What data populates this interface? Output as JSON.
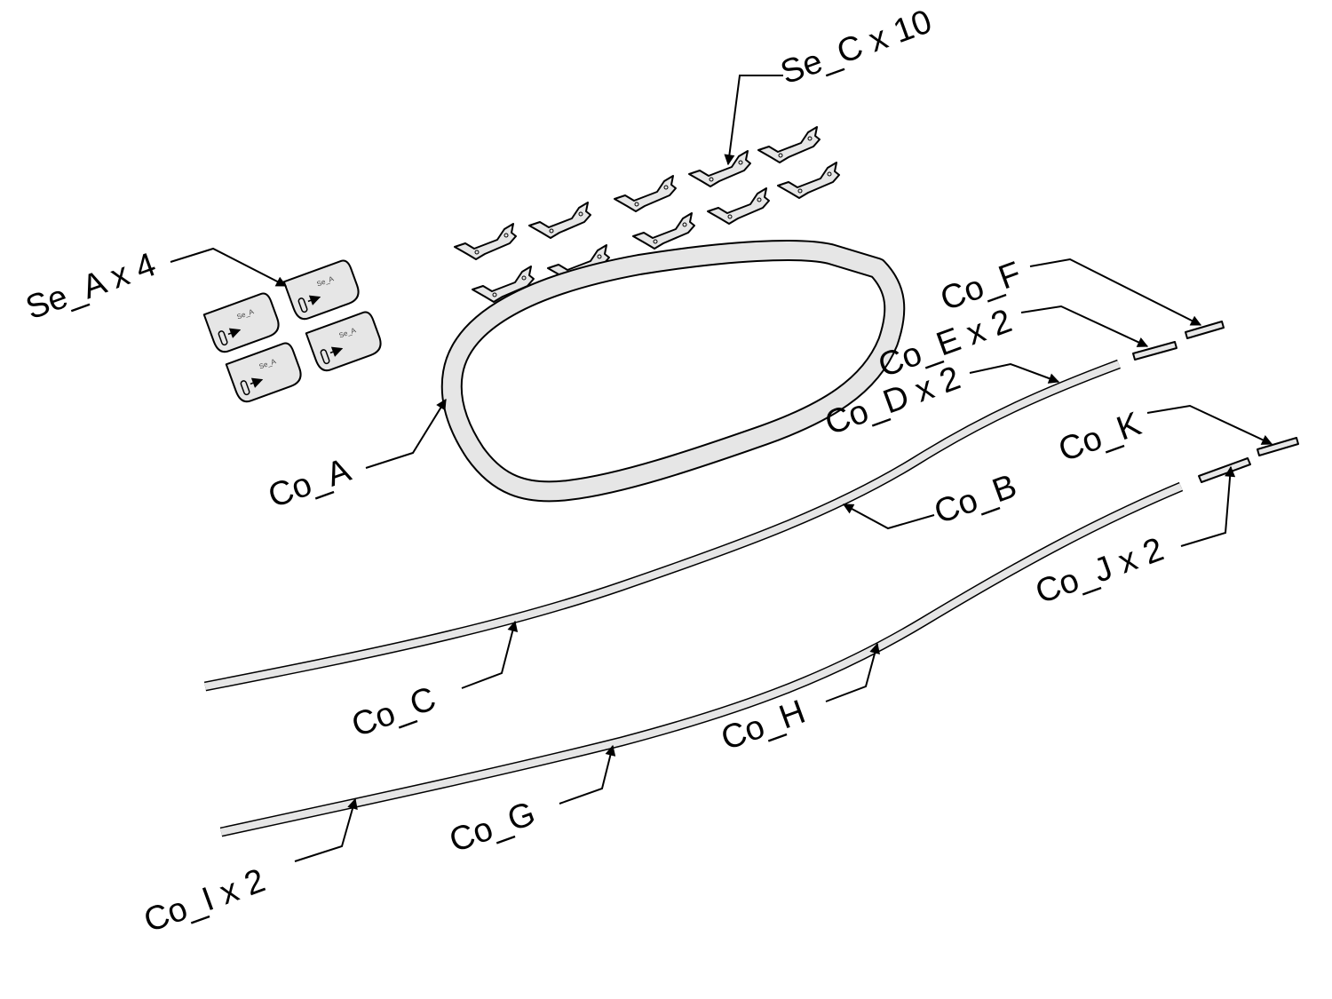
{
  "colors": {
    "part_fill": "#e6e6e6",
    "outline": "#000000",
    "background": "#ffffff"
  },
  "labels": {
    "se_c": "Se_C x 10",
    "se_a": "Se_A x 4",
    "co_a": "Co_A",
    "co_b": "Co_B",
    "co_c": "Co_C",
    "co_d": "Co_D x 2",
    "co_e": "Co_E x 2",
    "co_f": "Co_F",
    "co_g": "Co_G",
    "co_h": "Co_H",
    "co_i": "Co_I x 2",
    "co_j": "Co_J x 2",
    "co_k": "Co_K"
  },
  "part_marks": {
    "se_a": "Se_A"
  }
}
